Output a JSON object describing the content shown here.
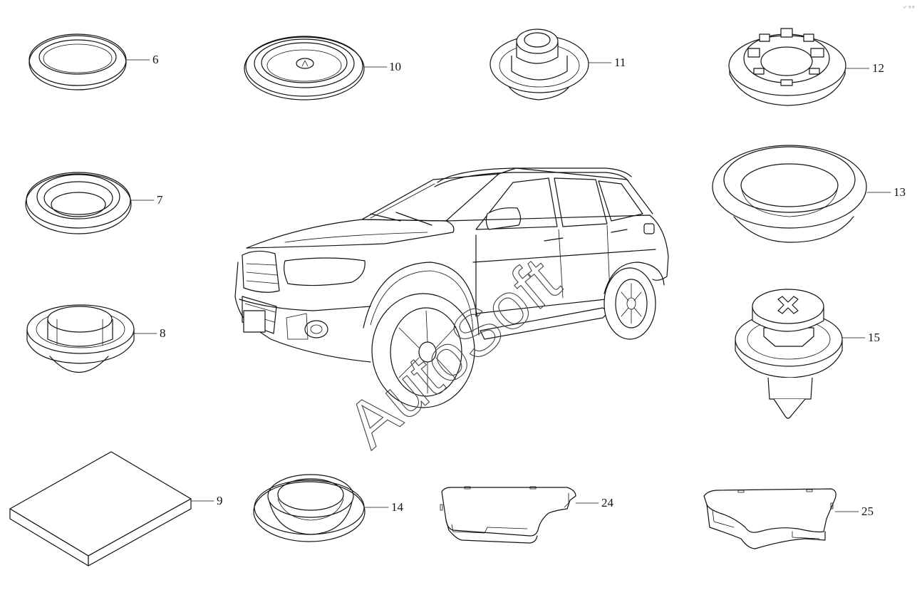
{
  "watermark": "AutoSoft",
  "corner_mark": "s² ®®",
  "callouts": {
    "p6": "6",
    "p7": "7",
    "p8": "8",
    "p9": "9",
    "p10": "10",
    "p11": "11",
    "p12": "12",
    "p13": "13",
    "p14": "14",
    "p15": "15",
    "p24": "24",
    "p25": "25"
  }
}
